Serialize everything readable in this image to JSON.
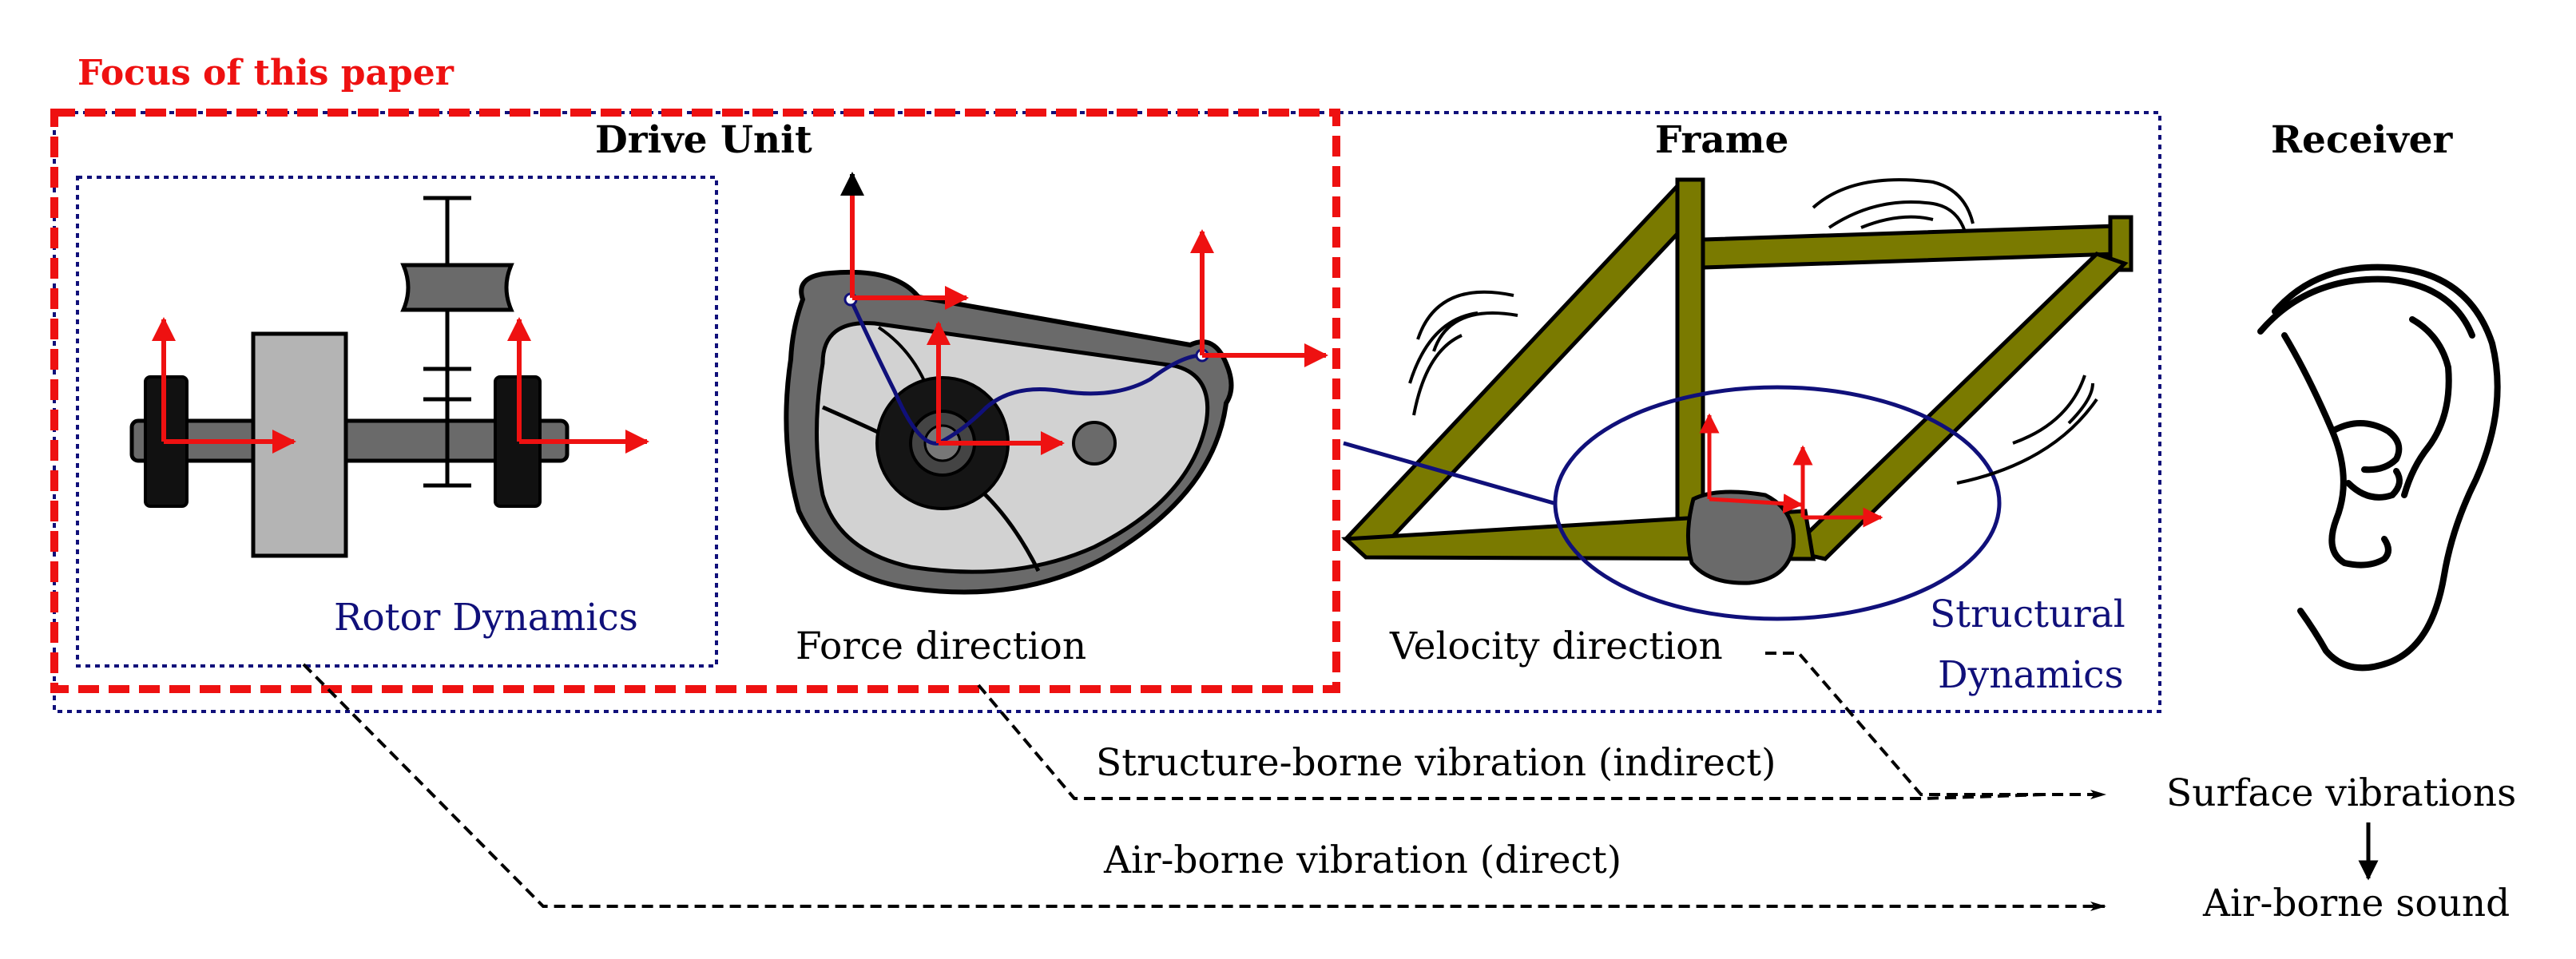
{
  "labels": {
    "focus": "Focus of this paper",
    "drive_unit": "Drive Unit",
    "frame": "Frame",
    "receiver": "Receiver",
    "rotor_dynamics": "Rotor Dynamics",
    "force_direction": "Force direction",
    "velocity_direction": "Velocity direction",
    "structural_line1": "Structural",
    "structural_line2": "Dynamics",
    "structure_borne": "Structure-borne vibration (indirect)",
    "air_borne": "Air-borne vibration (direct)",
    "surface_vibrations": "Surface vibrations",
    "air_borne_sound": "Air-borne sound"
  },
  "colors": {
    "focus_red": "#ee1111",
    "dynamics_navy": "#10107a",
    "frame_olive": "#7a7a00",
    "housing_gray": "#cfcfcf",
    "dark_gray": "#6a6a6a"
  },
  "icons": [
    "rotor-shaft-icon",
    "motor-housing-icon",
    "bicycle-frame-icon",
    "ear-icon",
    "vibration-wave-icon",
    "force-arrow-icon"
  ]
}
